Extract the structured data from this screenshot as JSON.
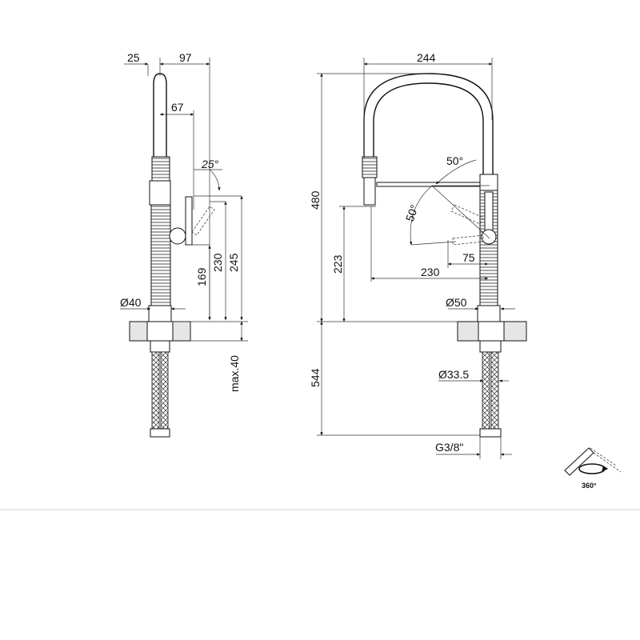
{
  "side_view": {
    "top_offset": "25",
    "reach_top": "97",
    "spray_reach": "67",
    "spray_angle": "25°",
    "height_169": "169",
    "height_230": "230",
    "height_245": "245",
    "body_diameter": "Ø40",
    "max_thickness": "max.40"
  },
  "front_view": {
    "spout_width": "244",
    "total_height": "480",
    "upper_angle": "50°",
    "lower_angle": "50°",
    "outlet_height": "223",
    "handle_reach": "75",
    "outlet_reach": "230",
    "body_diameter": "Ø50",
    "hole_diameter": "Ø33.5",
    "under_length": "544",
    "connection": "G3/8\""
  },
  "rotation_label": "360°"
}
